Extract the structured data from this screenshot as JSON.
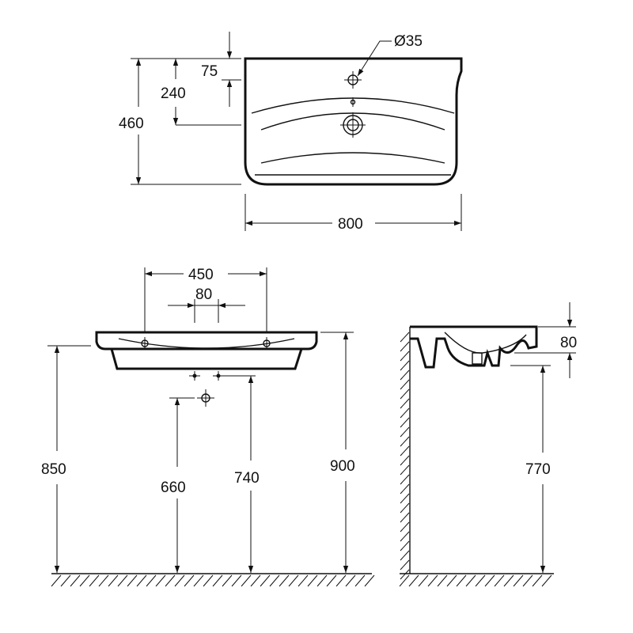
{
  "top_view": {
    "hole_diameter": "Ø35",
    "dim_tap_offset": "75",
    "dim_drain_offset": "240",
    "dim_depth": "460",
    "dim_width": "800"
  },
  "front_view": {
    "dim_bracket_span": "450",
    "dim_spacing": "80",
    "dim_rim_height": "850",
    "dim_drain_height": "660",
    "dim_supply_height": "740",
    "dim_mount_height": "900"
  },
  "side_view": {
    "dim_rim_thickness": "80",
    "dim_height": "770"
  }
}
